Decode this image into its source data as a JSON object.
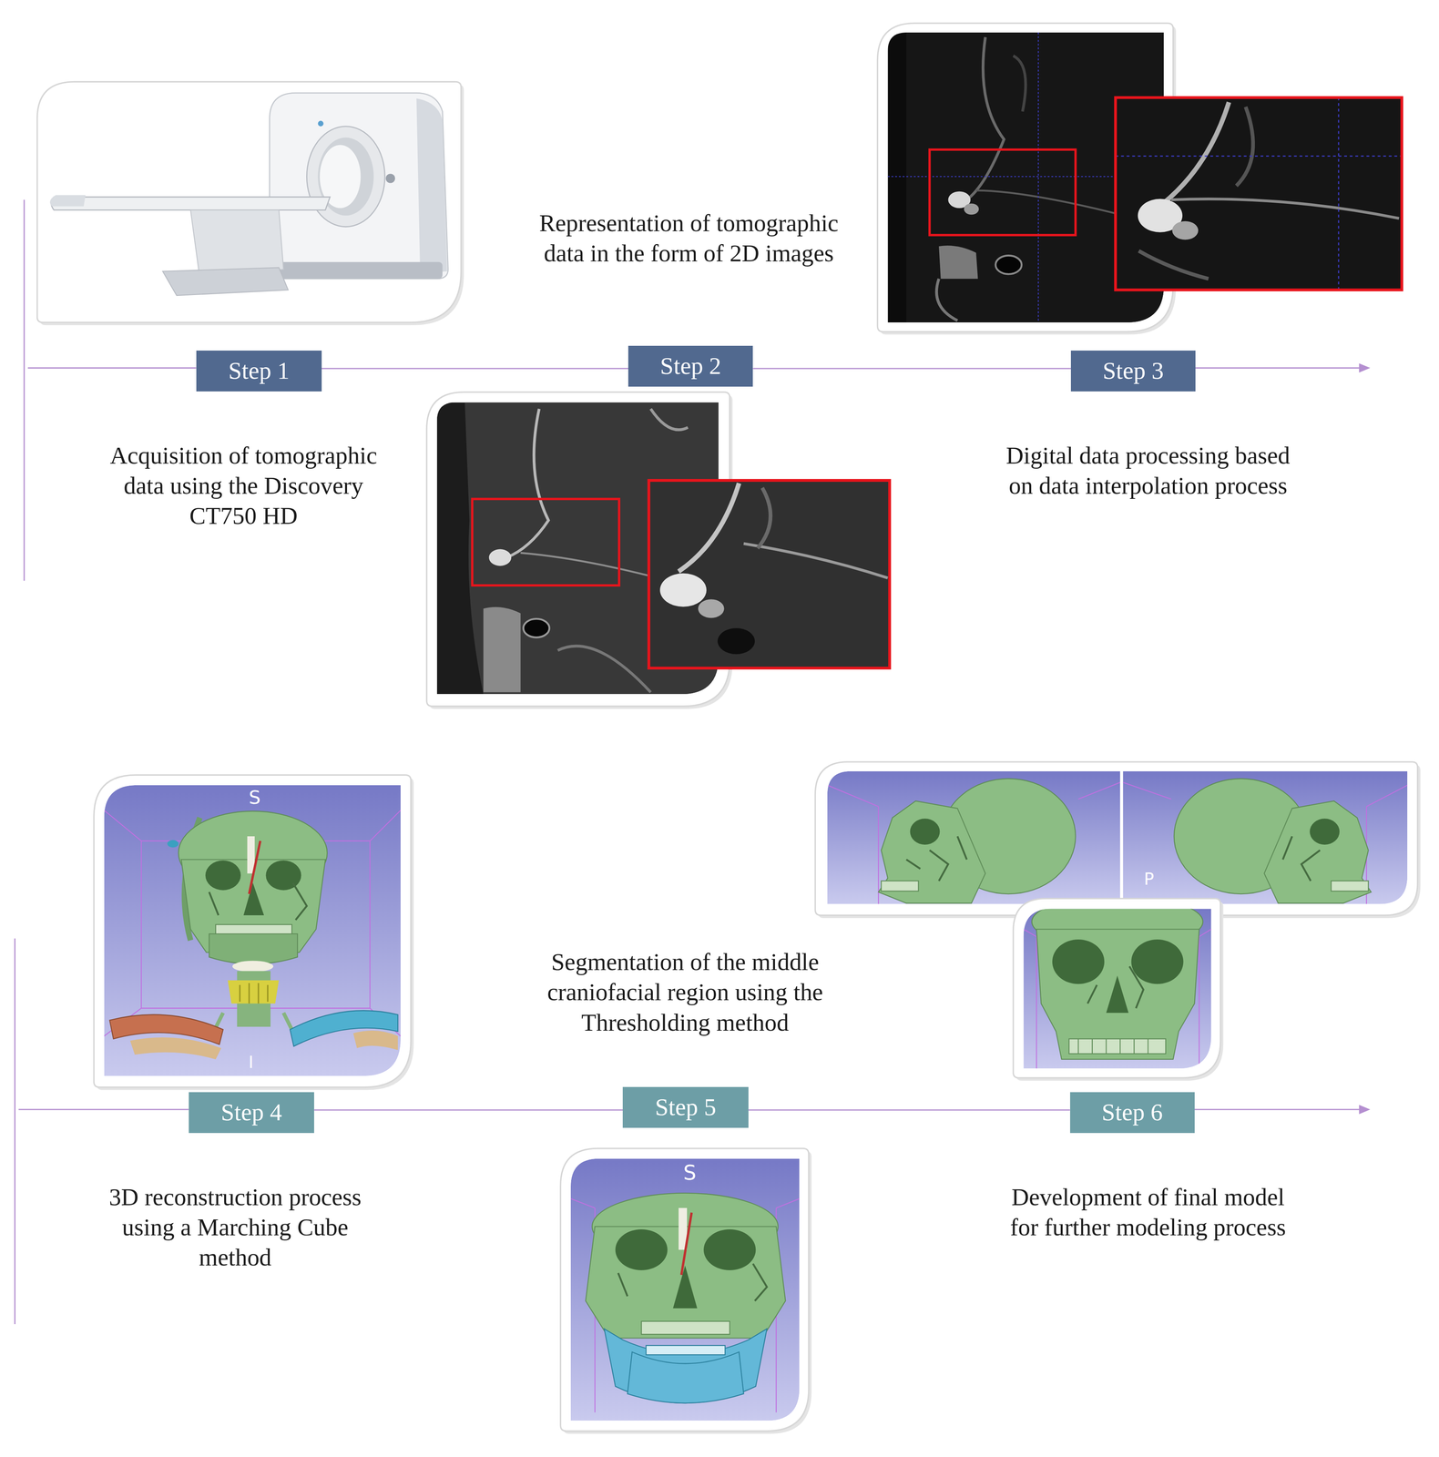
{
  "diagram": {
    "nodes": [
      {
        "text": [
          "Step 1"
        ]
      },
      {
        "text": [
          "Step 2"
        ]
      },
      {
        "text": [
          "Step 3"
        ]
      },
      {
        "text": [
          "Step 4"
        ]
      },
      {
        "text": [
          "Step 5"
        ]
      },
      {
        "text": [
          "Step 6"
        ]
      }
    ],
    "edges": [
      {
        "from": 0,
        "to": 1,
        "arrow": "none"
      },
      {
        "from": 1,
        "to": 2,
        "arrow": "none"
      },
      {
        "from": 3,
        "to": 4,
        "arrow": "none"
      },
      {
        "from": 4,
        "to": 5,
        "arrow": "none"
      }
    ],
    "labels": [
      "Representation of tomographic data in the form of 2D images",
      "Acquisition of tomographic data using the Discovery CT750 HD",
      "Digital data processing based on data interpolation process",
      "S",
      "I",
      "P",
      "Segmentation of the middle craniofacial region using the Thresholding method",
      "3D reconstruction process using a Marching Cube method",
      "Development of final model for further modeling process",
      "S"
    ]
  }
}
